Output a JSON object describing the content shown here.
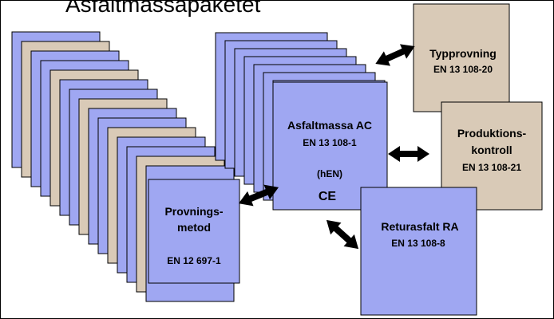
{
  "title": "Asfaltmassapaketet",
  "colors": {
    "blue": "#9fa7f2",
    "tan": "#d9cab7",
    "border": "#000000",
    "arrow": "#000000"
  },
  "left_stack": {
    "pattern": [
      "blue",
      "tan",
      "blue",
      "blue",
      "tan",
      "blue",
      "blue",
      "tan",
      "blue",
      "blue",
      "tan",
      "blue",
      "blue",
      "tan",
      "blue"
    ]
  },
  "middle_stack": {
    "pattern": [
      "blue",
      "blue",
      "blue",
      "blue",
      "blue",
      "blue",
      "blue"
    ]
  },
  "boxes": {
    "provningsmetod": {
      "line1": "Provnings-",
      "line2": "metod",
      "line3": "EN 12 697-1"
    },
    "asfaltmassa": {
      "line1": "Asfaltmassa AC",
      "line2": "EN 13 108-1",
      "line3": "(hEN)",
      "mark": "CE"
    },
    "typprovning": {
      "line1": "Typprovning",
      "line2": "EN 13 108-20"
    },
    "produktionskontroll": {
      "line1": "Produktions-",
      "line2": "kontroll",
      "line3": "EN 13 108-21"
    },
    "returasfalt": {
      "line1": "Returasfalt RA",
      "line2": "EN 13 108-8"
    }
  },
  "arrows": [
    "metod-to-asfaltmassa",
    "asfaltmassa-to-typprovning",
    "asfaltmassa-to-produktionskontroll",
    "asfaltmassa-to-returasfalt"
  ]
}
